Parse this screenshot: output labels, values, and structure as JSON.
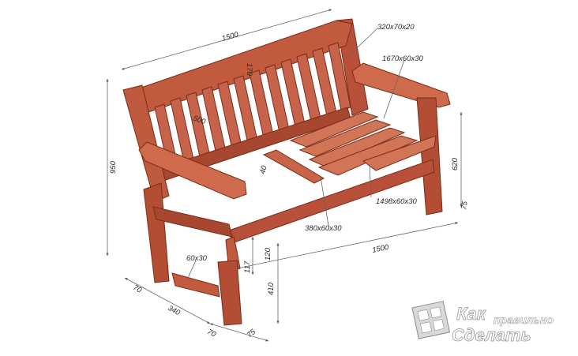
{
  "labels": {
    "top_length": "1500",
    "backrest_height": "170",
    "back_slat_section": "320x70x20",
    "armrest_section": "1670x60x30",
    "back_depth": "500",
    "overall_height": "950",
    "seat_center_bar": "40",
    "armrest_height": "620",
    "arm_post_width": "75",
    "seat_slat_section": "1498x60x30",
    "rail_section": "380x60x30",
    "bottom_length": "1500",
    "stretcher_height": "120",
    "stretcher_offset": "117",
    "foot_section": "60x30",
    "seat_height": "410",
    "leg_width_back": "70",
    "leg_spacing": "340",
    "leg_width_front": "70",
    "leg_depth": "75"
  },
  "watermark": {
    "line1": "Как",
    "line2": "правильно",
    "line3": "Сделать"
  },
  "colors": {
    "wood": "#c25a3d",
    "wood_dark": "#8e3420",
    "wood_light": "#dd8a6a",
    "line": "#555555"
  }
}
